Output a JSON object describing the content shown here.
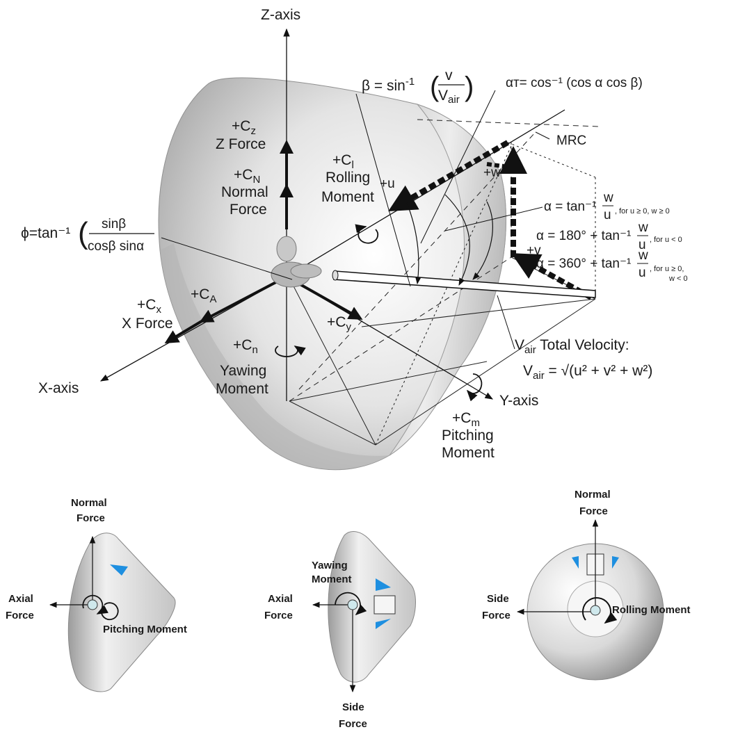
{
  "main_diagram": {
    "axes": {
      "z": "Z-axis",
      "x": "X-axis",
      "y": "Y-axis"
    },
    "forces": {
      "cz_label": "+C",
      "cz_sub": "z",
      "cz_name": "Z Force",
      "cn_label": "+C",
      "cn_sub": "N",
      "cn_line1": "Normal",
      "cn_line2": "Force",
      "cl_label": "+C",
      "cl_sub": "l",
      "cl_line1": "Rolling",
      "cl_line2": "Moment",
      "cx_label": "+C",
      "cx_sub": "x",
      "cx_name": "X Force",
      "ca_label": "+C",
      "ca_sub": "A",
      "cnyaw_label": "+C",
      "cnyaw_sub": "n",
      "cnyaw_line1": "Yawing",
      "cnyaw_line2": "Moment",
      "cy_label": "+C",
      "cy_sub": "y",
      "cm_label": "+C",
      "cm_sub": "m",
      "cm_line1": "Pitching",
      "cm_line2": "Moment"
    },
    "velocity_components": {
      "u": "+u",
      "w": "+w",
      "v": "+v"
    },
    "mrc": "MRC",
    "equations": {
      "beta": "β = sin",
      "beta_exp": "-1",
      "beta_num": "v",
      "beta_den": "V",
      "beta_den_sub": "air",
      "alpha_t": "αᴛ= cos⁻¹ (cos α cos β)",
      "phi": "ϕ=tan⁻¹",
      "phi_num": "sinβ",
      "phi_den": "cosβ sinα",
      "alpha1": "α = tan⁻¹",
      "alpha1_cond": ", for u ≥ 0, w ≥ 0",
      "alpha2": "α = 180° + tan⁻¹",
      "alpha2_cond": ", for u < 0",
      "alpha3": "α = 360° + tan⁻¹",
      "alpha3_cond1": ", for u ≥ 0,",
      "alpha3_cond2": "w < 0",
      "frac_num": "w",
      "frac_den": "u",
      "vair_title": "V",
      "vair_title_sub": "air",
      "vair_title_rest": " Total Velocity:",
      "vair_eq_lhs": "V",
      "vair_eq_sub": "air",
      "vair_eq_rhs": " = √(u² + v² + w²)"
    }
  },
  "side_view": {
    "normal_l1": "Normal",
    "normal_l2": "Force",
    "axial_l1": "Axial",
    "axial_l2": "Force",
    "pitching": "Pitching Moment"
  },
  "top_view": {
    "yawing_l1": "Yawing",
    "yawing_l2": "Moment",
    "axial_l1": "Axial",
    "axial_l2": "Force",
    "side_l1": "Side",
    "side_l2": "Force"
  },
  "front_view": {
    "normal_l1": "Normal",
    "normal_l2": "Force",
    "side_l1": "Side",
    "side_l2": "Force",
    "rolling": "Rolling Moment"
  },
  "colors": {
    "thruster": "#1e8fe0",
    "body_light": "#f4f4f4",
    "body_dark": "#9a9a9a",
    "marker": "#cfe8ec"
  }
}
